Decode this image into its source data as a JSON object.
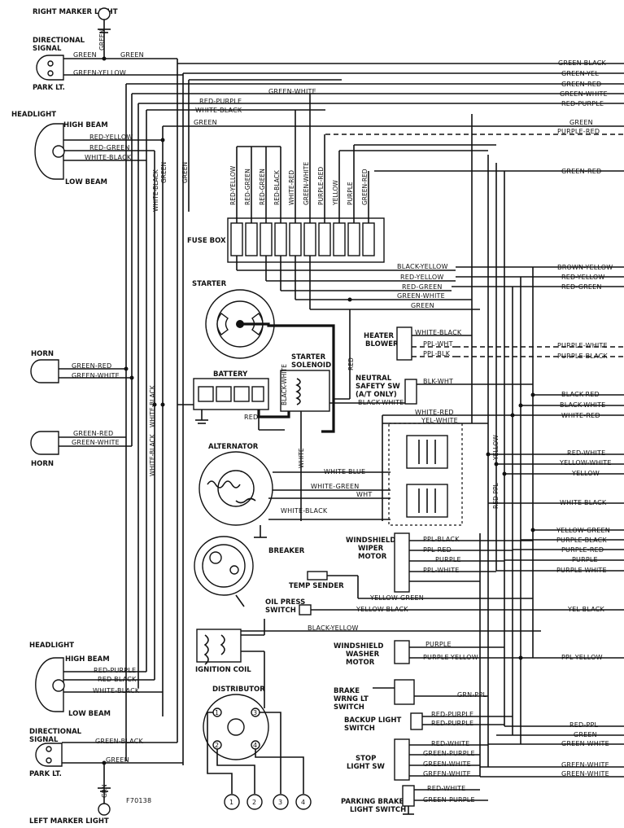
{
  "components": {
    "right_marker": "RIGHT MARKER LIGHT",
    "dir_signal_top": [
      "DIRECTIONAL",
      "SIGNAL"
    ],
    "park_lt_top": "PARK LT.",
    "headlight_top": "HEADLIGHT",
    "high_beam_top": "HIGH BEAM",
    "low_beam_top": "LOW BEAM",
    "horn_top": "HORN",
    "horn_bottom": "HORN",
    "fuse_box": "FUSE BOX",
    "starter": "STARTER",
    "battery": "BATTERY",
    "starter_solenoid": [
      "STARTER",
      "SOLENOID"
    ],
    "alternator": "ALTERNATOR",
    "heater_blower": [
      "HEATER",
      "BLOWER"
    ],
    "neutral_safety": [
      "NEUTRAL",
      "SAFETY SW",
      "(A/T ONLY)"
    ],
    "breaker": "BREAKER",
    "ws_wiper_motor": [
      "WINDSHIELD",
      "WIPER",
      "MOTOR"
    ],
    "temp_sender": "TEMP SENDER",
    "oil_press": [
      "OIL PRESS",
      "SWITCH"
    ],
    "ignition_coil": "IGNITION COIL",
    "ws_washer_motor": [
      "WINDSHIELD",
      "WASHER",
      "MOTOR"
    ],
    "brake_wrng": [
      "BRAKE",
      "WRNG LT",
      "SWITCH"
    ],
    "backup_light": [
      "BACKUP LIGHT",
      "SWITCH"
    ],
    "distributor": "DISTRIBUTOR",
    "stop_light": [
      "STOP",
      "LIGHT SW"
    ],
    "parking_brake": [
      "PARKING BRAKE",
      "LIGHT SWITCH"
    ],
    "headlight_bottom": "HEADLIGHT",
    "high_beam_bottom": "HIGH BEAM",
    "low_beam_bottom": "LOW BEAM",
    "dir_signal_bottom": [
      "DIRECTIONAL",
      "SIGNAL"
    ],
    "park_lt_bottom": "PARK LT.",
    "left_marker": "LEFT MARKER LIGHT",
    "figure_id": "F70138"
  },
  "right_edge_wires": [
    "GREEN-BLACK",
    "GREEN-YEL",
    "GREEN-RED",
    "GREEN-WHITE",
    "RED-PURPLE",
    "GREEN",
    "PURPLE-RED",
    "GREEN-RED",
    "BROWN-YELLOW",
    "RED-YELLOW",
    "RED-GREEN",
    "PURPLE-WHITE",
    "PURPLE-BLACK",
    "BLACK-RED",
    "BLACK-WHITE",
    "WHITE-RED",
    "RED-WHITE",
    "YELLOW-WHITE",
    "YELLOW",
    "WHITE-BLACK",
    "YELLOW-GREEN",
    "PURPLE-BLACK",
    "PURPLE-RED",
    "PURPLE",
    "PURPLE-WHITE",
    "YEL-BLACK",
    "PPL-YELLOW",
    "RED-PPL",
    "GREEN",
    "GREEN-WHITE",
    "GREEN-WHITE",
    "GREEN-WHITE"
  ],
  "fuse_wires": [
    "RED-YELLOW",
    "RED-GREEN",
    "RED-GREEN",
    "RED-BLACK",
    "WHITE-RED",
    "GREEN-WHITE",
    "PURPLE-RED",
    "YELLOW",
    "PURPLE",
    "GREEN-RED"
  ],
  "top_wires": {
    "green_a": "GREEN",
    "green_b": "GREEN",
    "green_yellow": "GREEN-YELLOW",
    "green_white": "GREEN-WHITE",
    "red_purple": "RED-PURPLE",
    "white_black": "WHITE-BLACK",
    "green": "GREEN",
    "hl_red_yellow": "RED-YELLOW",
    "hl_red_green": "RED-GREEN",
    "hl_white_black": "WHITE-BLACK",
    "v_green": "GREEN",
    "v_white_black": "WHITE-BLACK",
    "v_green2": "GREEN"
  },
  "mid_wires": {
    "black_yellow": "BLACK-YELLOW",
    "red_yellow": "RED-YELLOW",
    "red_green": "RED-GREEN",
    "green_white": "GREEN-WHITE",
    "green": "GREEN",
    "horn_gr1": "GREEN-RED",
    "horn_gw1": "GREEN-WHITE",
    "horn_gr2": "GREEN-RED",
    "horn_gw2": "GREEN-WHITE",
    "v_white_black": "WHITE-BLACK",
    "v_white_black2": "WHITE-BLACK",
    "hb_white_black": "WHITE-BLACK",
    "hb_ppl_wht": "PPL-WHT",
    "hb_ppl_blk": "PPL-BLK",
    "red": "RED",
    "red2": "RED",
    "black_white": "BLACK-WHITE",
    "ns_blk_wht": "BLK-WHT",
    "ns_black_white": "BLACK-WHITE",
    "white_red": "WHITE-RED",
    "yel_white": "YEL-WHITE",
    "white": "WHITE",
    "white_blue": "WHITE-BLUE",
    "white_green": "WHITE-GREEN",
    "wht": "WHT",
    "white_black_alt": "WHITE-BLACK",
    "yellow_v": "YELLOW",
    "red_ppl_v": "RED-PPL"
  },
  "low_wires": {
    "wiper_ppl_black": "PPL-BLACK",
    "wiper_ppl_red": "PPL-RED",
    "wiper_purple": "PURPLE",
    "wiper_ppl_white": "PPL-WHITE",
    "yellow_green": "YELLOW-GREEN",
    "yellow_black": "YELLOW-BLACK",
    "black_yellow": "BLACK-YELLOW",
    "washer_purple": "PURPLE",
    "washer_purple_yellow": "PURPLE-YELLOW",
    "grn_ppl": "GRN-PPL",
    "backup_red_purple1": "RED-PURPLE",
    "backup_red_purple2": "RED-PURPLE",
    "stop_red_white": "RED-WHITE",
    "stop_green_purple": "GREEN-PURPLE",
    "stop_green_white1": "GREEN-WHITE",
    "stop_green_white2": "GREEN-WHITE",
    "pb_red_white": "RED-WHITE",
    "pb_green_purple": "GREEN-PURPLE",
    "hl_red_purple": "RED-PURPLE",
    "hl_red_black": "RED-BLACK",
    "hl_white_black": "WHITE-BLACK",
    "green_black": "GREEN-BLACK",
    "green_low": "GREEN",
    "grn_v": "GRN"
  },
  "distributor_terminals": [
    "1",
    "2",
    "3",
    "4"
  ]
}
